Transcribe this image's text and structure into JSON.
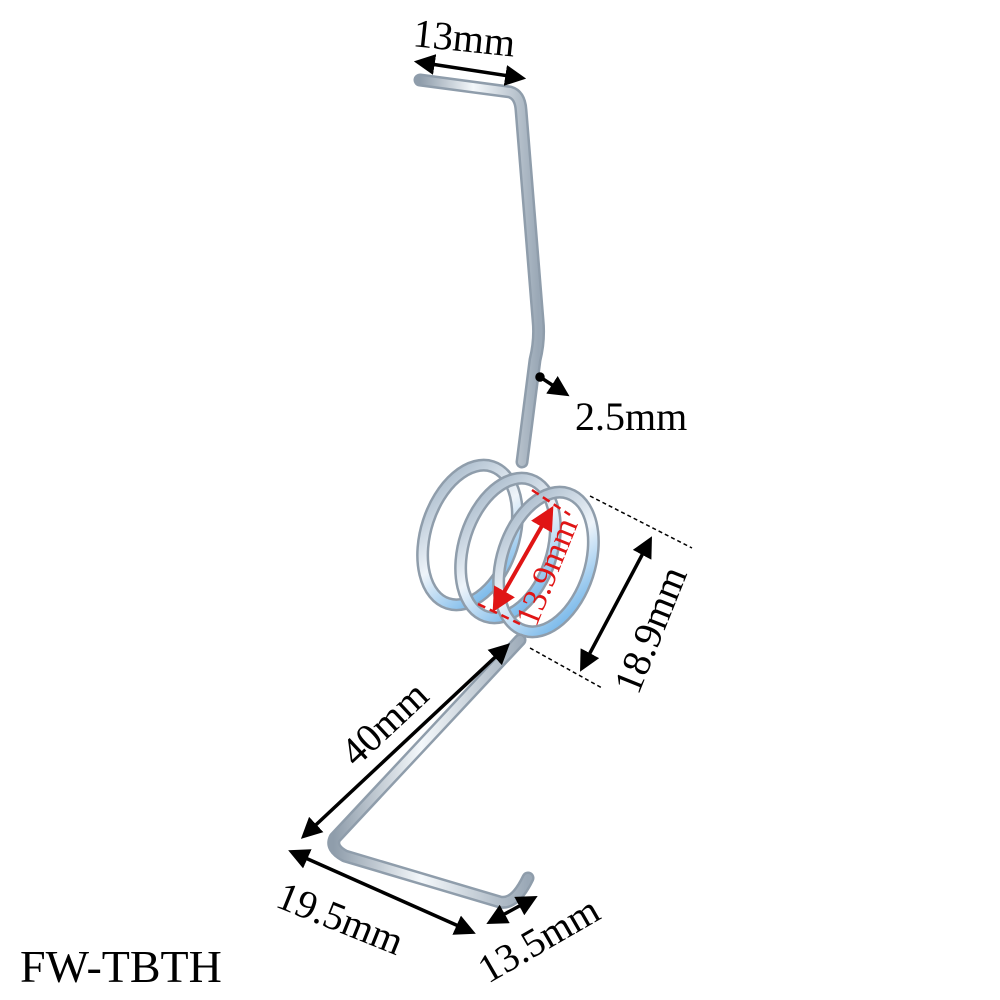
{
  "product": {
    "code": "FW-TBTH",
    "item": "torsion-spring"
  },
  "dimensions": {
    "top_arm_hook": "13mm",
    "wire_diameter": "2.5mm",
    "coil_inner_diameter": "13.9mm",
    "coil_length": "18.9mm",
    "lower_leg": "40mm",
    "foot_length": "19.5mm",
    "foot_tip": "13.5mm"
  },
  "colors": {
    "wire": "#c9d3dc",
    "wire_shadow": "#8f9dab",
    "wire_highlight": "#f4f8fb",
    "coil_tint": "#5aa9e6",
    "annotation": "#000000",
    "inner_annotation": "#e01515",
    "background": "#ffffff"
  }
}
